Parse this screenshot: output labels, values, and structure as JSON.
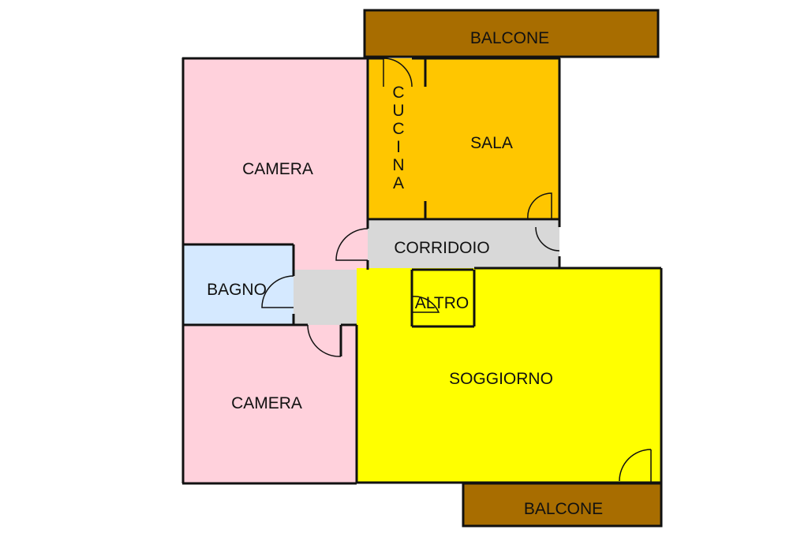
{
  "rooms": {
    "balcone_top": {
      "label": "BALCONE",
      "color": "#A86D00"
    },
    "camera_top": {
      "label": "CAMERA",
      "color": "#FFD1DC"
    },
    "cucina": {
      "label": "CUCINA",
      "letters": [
        "C",
        "U",
        "C",
        "I",
        "N",
        "A"
      ],
      "color": "#FFC600"
    },
    "sala": {
      "label": "SALA",
      "color": "#FFC600"
    },
    "corridoio": {
      "label": "CORRIDOIO",
      "color": "#D8D8D8"
    },
    "bagno": {
      "label": "BAGNO",
      "color": "#D5E9FF"
    },
    "altro": {
      "label": "ALTRO",
      "color": "#D8D8D8"
    },
    "soggiorno": {
      "label": "SOGGIORNO",
      "color": "#FFFF00"
    },
    "camera_bottom": {
      "label": "CAMERA",
      "color": "#FFD1DC"
    },
    "balcone_bottom": {
      "label": "BALCONE",
      "color": "#A86D00"
    }
  },
  "wall_color": "#111111"
}
